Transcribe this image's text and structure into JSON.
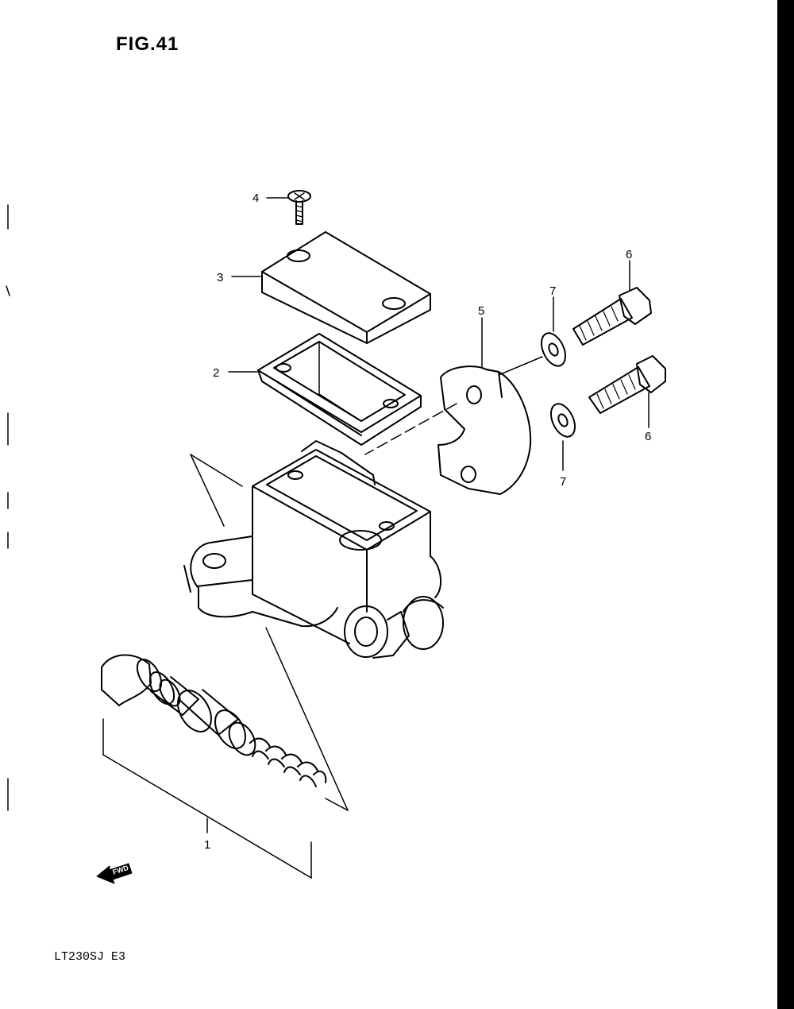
{
  "figure": {
    "title": "FIG.41",
    "model_code": "LT230SJ E3"
  },
  "callouts": [
    {
      "number": "1",
      "part": "master-cylinder-piston-set"
    },
    {
      "number": "2",
      "part": "diaphragm"
    },
    {
      "number": "3",
      "part": "reservoir-cap"
    },
    {
      "number": "4",
      "part": "cap-screw"
    },
    {
      "number": "5",
      "part": "holder"
    },
    {
      "number": "6",
      "part": "holder-bolt-upper"
    },
    {
      "number": "6",
      "part": "holder-bolt-lower"
    },
    {
      "number": "7",
      "part": "washer-upper"
    },
    {
      "number": "7",
      "part": "washer-lower"
    }
  ],
  "direction_badge": {
    "text": "FWD",
    "icon": "forward-arrow-icon"
  },
  "colors": {
    "ink": "#000000",
    "paper": "#ffffff"
  }
}
